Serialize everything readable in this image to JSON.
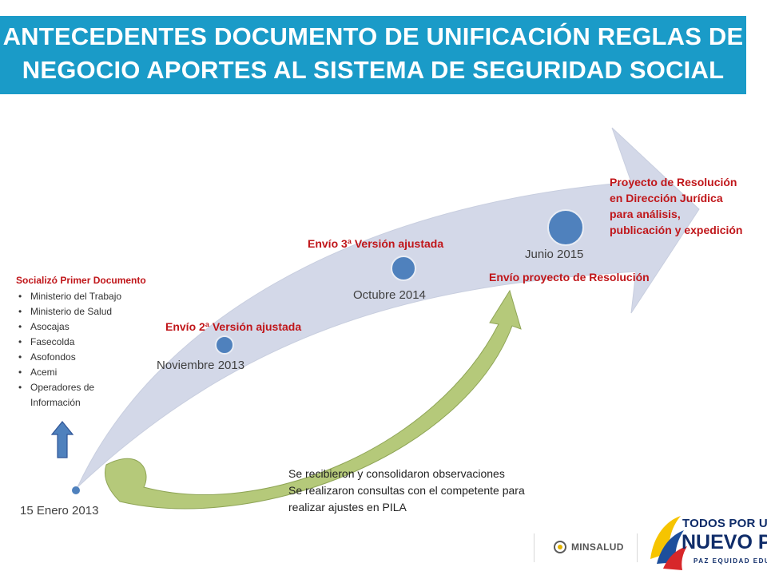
{
  "header": {
    "line1": "ANTECEDENTES DOCUMENTO DE UNIFICACIÓN REGLAS DE",
    "line2": "NEGOCIO APORTES AL SISTEMA DE SEGURIDAD SOCIAL"
  },
  "colors": {
    "header_bg": "#1a9bc8",
    "arrow_fill": "#d3d8e8",
    "milestone_dot": "#4f81bd",
    "accent_red": "#c0161a",
    "curved_arrow": "#b5c97a",
    "up_arrow": "#4f81bd"
  },
  "socializo": {
    "title": "Socializó Primer Documento",
    "items": [
      "Ministerio del Trabajo",
      "Ministerio de Salud",
      "Asocajas",
      "Fasecolda",
      "Asofondos",
      "Acemi",
      "Operadores de",
      "Información"
    ]
  },
  "milestones": {
    "start_date": "15 Enero 2013",
    "nov_date": "Noviembre 2013",
    "nov_label": "Envío 2ª Versión ajustada",
    "oct_date": "Octubre 2014",
    "oct_label": "Envío 3ª Versión ajustada",
    "jun_date": "Junio  2015",
    "jun_label": "Envío proyecto de Resolución"
  },
  "proyecto": {
    "lines": [
      "Proyecto de Resolución",
      "en Dirección Jurídica",
      "para análisis,",
      "publicación y expedición"
    ]
  },
  "notes": {
    "lines": [
      "Se recibieron y consolidaron observaciones",
      "Se realizaron consultas con el competente para",
      "realizar ajustes en PILA"
    ]
  },
  "logos": {
    "minsalud": "MINSALUD",
    "tpnp_line1": "TODOS POR UN",
    "tpnp_line2": "NUEVO PAÍS",
    "tpnp_line3": "PAZ  EQUIDAD  EDUCACIÓN"
  },
  "icons": [
    "colombia-seal-icon",
    "up-arrow-icon",
    "curved-feedback-arrow-icon",
    "flag-swoosh-icon"
  ]
}
